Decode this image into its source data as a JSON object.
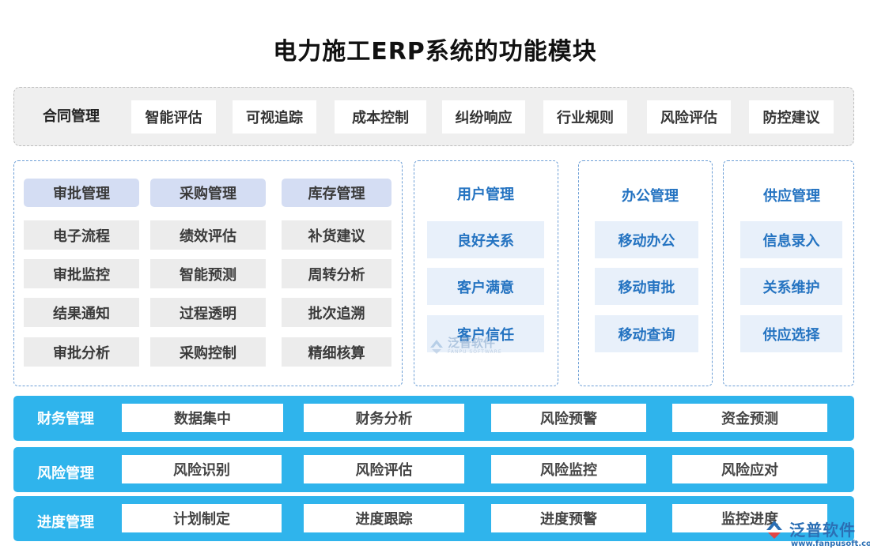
{
  "title": "电力施工ERP系统的功能模块",
  "contract": {
    "label": "合同管理",
    "items": [
      "智能评估",
      "可视追踪",
      "成本控制",
      "纠纷响应",
      "行业规则",
      "风险评估",
      "防控建议"
    ]
  },
  "grid_panel": {
    "headers": [
      "审批管理",
      "采购管理",
      "库存管理"
    ],
    "rows": [
      [
        "电子流程",
        "绩效评估",
        "补货建议"
      ],
      [
        "审批监控",
        "智能预测",
        "周转分析"
      ],
      [
        "结果通知",
        "过程透明",
        "批次追溯"
      ],
      [
        "审批分析",
        "采购控制",
        "精细核算"
      ]
    ]
  },
  "user_panel": {
    "label": "用户管理",
    "items": [
      "良好关系",
      "客户满意",
      "客户信任"
    ]
  },
  "office_panel": {
    "label": "办公管理",
    "items": [
      "移动办公",
      "移动审批",
      "移动查询"
    ]
  },
  "supply_panel": {
    "label": "供应管理",
    "items": [
      "信息录入",
      "关系维护",
      "供应选择"
    ]
  },
  "finance_bar": {
    "label": "财务管理",
    "items": [
      "数据集中",
      "财务分析",
      "风险预警",
      "资金预测"
    ]
  },
  "risk_bar": {
    "label": "风险管理",
    "items": [
      "风险识别",
      "风险评估",
      "风险监控",
      "风险应对"
    ]
  },
  "progress_bar": {
    "label": "进度管理",
    "items": [
      "计划制定",
      "进度跟踪",
      "进度预警",
      "监控进度"
    ]
  },
  "watermark": {
    "cn": "泛普软件",
    "en": "FANPU SOFTWARE"
  },
  "brand": {
    "name": "泛普软件",
    "url": "www.fanpusoft.com"
  },
  "colors": {
    "bar": "#2fb4ec",
    "accent_text": "#2473c1",
    "header_cell": "#d4ddf3",
    "light_cell": "#e8f0fa"
  }
}
